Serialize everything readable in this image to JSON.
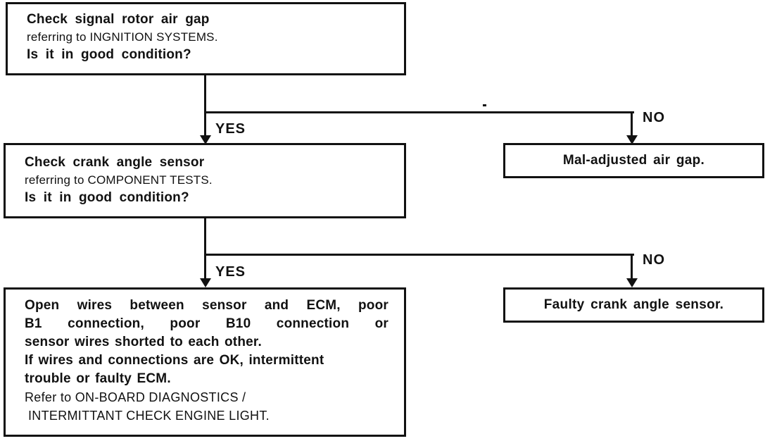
{
  "diagram": {
    "boxes": {
      "box1": {
        "lines": [
          "Check signal rotor air gap",
          "referring to INGNITION SYSTEMS.",
          "Is it in good condition?"
        ]
      },
      "box2": {
        "lines": [
          "Check crank angle sensor",
          "referring to COMPONENT TESTS.",
          "Is it in good condition?"
        ]
      },
      "box3": {
        "lines": [
          "Open wires between sensor and ECM, poor",
          "B1 connection, poor B10 connection or",
          "sensor wires shorted to each other.",
          "If wires and connections are OK, intermittent",
          "trouble or faulty ECM.",
          "Refer to ON-BOARD DIAGNOSTICS /",
          "INTERMITTANT CHECK ENGINE LIGHT."
        ]
      },
      "result_box_1": {
        "label": "Mal-adjusted air gap."
      },
      "result_box_2": {
        "label": "Faulty crank angle sensor."
      }
    },
    "connectors": {
      "c1": {
        "yes_label": "YES",
        "no_label": "NO"
      },
      "c2": {
        "yes_label": "YES",
        "no_label": "NO"
      }
    },
    "colors": {
      "line": "#111111",
      "text": "#111111",
      "background": "#ffffff"
    }
  }
}
